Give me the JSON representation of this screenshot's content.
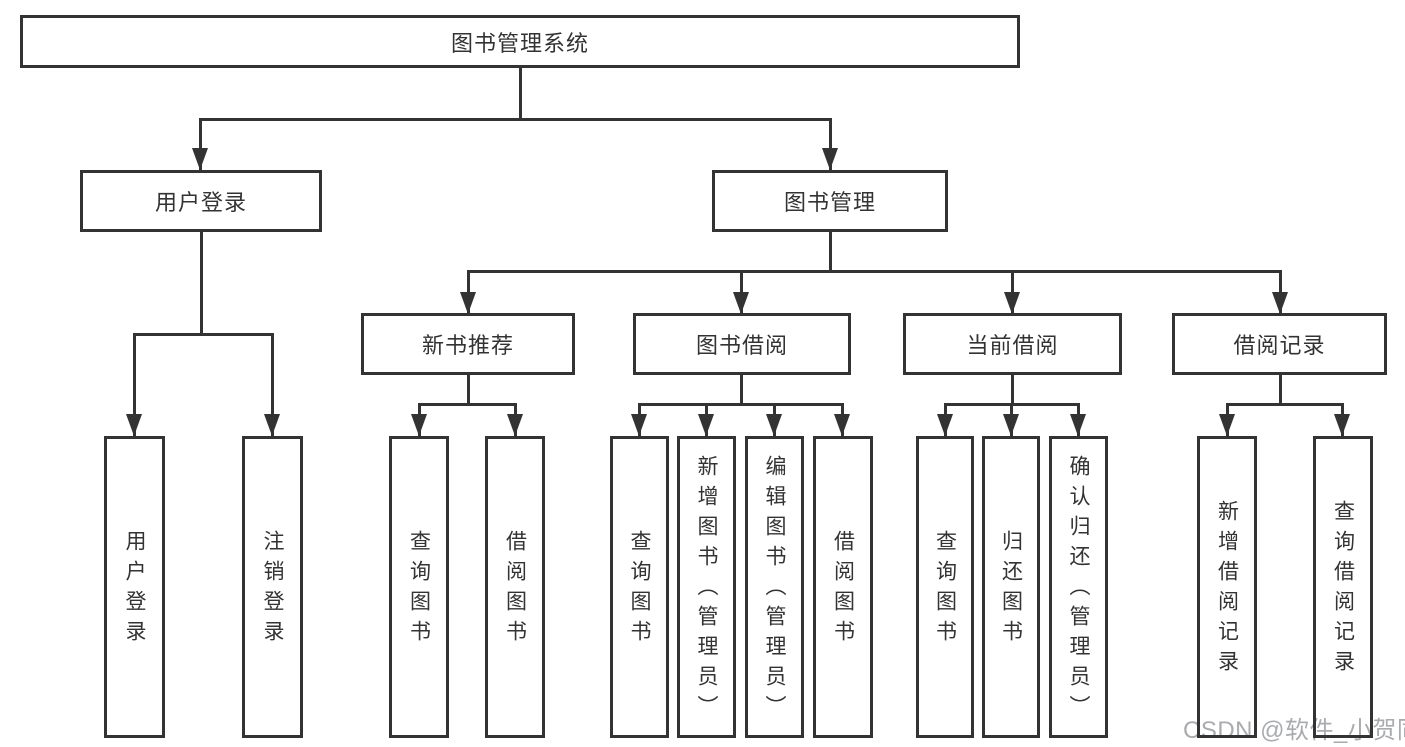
{
  "diagram": {
    "title_node": {
      "label": "图书管理系统"
    },
    "level2": {
      "user_login": {
        "label": "用户登录"
      },
      "book_mgmt": {
        "label": "图书管理"
      }
    },
    "level3": {
      "new_books": {
        "label": "新书推荐"
      },
      "book_borrow": {
        "label": "图书借阅"
      },
      "current_borrow": {
        "label": "当前借阅"
      },
      "borrow_records": {
        "label": "借阅记录"
      }
    },
    "leaves": {
      "user_login": {
        "label": "用户登录"
      },
      "logout": {
        "label": "注销登录"
      },
      "nb_query_books": {
        "label": "查询图书"
      },
      "nb_borrow_books": {
        "label": "借阅图书"
      },
      "bb_query_books": {
        "label": "查询图书"
      },
      "bb_add_books": {
        "label": "新增图书（管理员）"
      },
      "bb_edit_books": {
        "label": "编辑图书（管理员）"
      },
      "bb_borrow_books": {
        "label": "借阅图书"
      },
      "cb_query_books": {
        "label": "查询图书"
      },
      "cb_return_books": {
        "label": "归还图书"
      },
      "cb_confirm_return": {
        "label": "确认归还（管理员）"
      },
      "br_add_record": {
        "label": "新增借阅记录"
      },
      "br_query_record": {
        "label": "查询借阅记录"
      }
    },
    "colors": {
      "line": "#333333",
      "text": "#333333",
      "background": "#ffffff",
      "watermark": "#a9abae"
    }
  },
  "watermark": {
    "text": "CSDN @软件_小贺同学"
  }
}
